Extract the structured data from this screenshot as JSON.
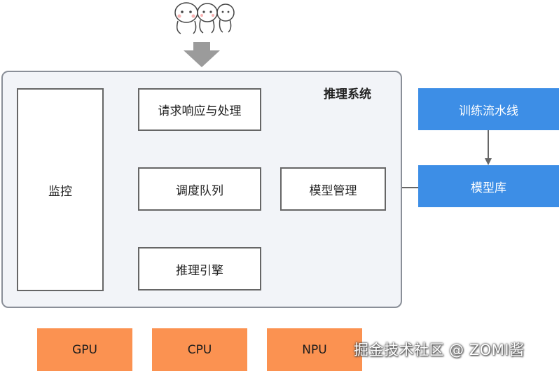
{
  "diagram": {
    "system_title": "推理系统",
    "nodes": {
      "monitor": "监控",
      "request_handling": "请求响应与处理",
      "scheduling_queue": "调度队列",
      "model_management": "模型管理",
      "inference_engine": "推理引擎",
      "training_pipeline": "训练流水线",
      "model_repository": "模型库"
    },
    "hardware": [
      "GPU",
      "CPU",
      "NPU"
    ],
    "watermark": "掘金技术社区 @ ZOMI酱",
    "colors": {
      "frame_bg": "#f2f4f8",
      "frame_border": "#8a8f98",
      "blue": "#3d8ee6",
      "orange": "#fb9251",
      "arrow": "#666666"
    }
  }
}
